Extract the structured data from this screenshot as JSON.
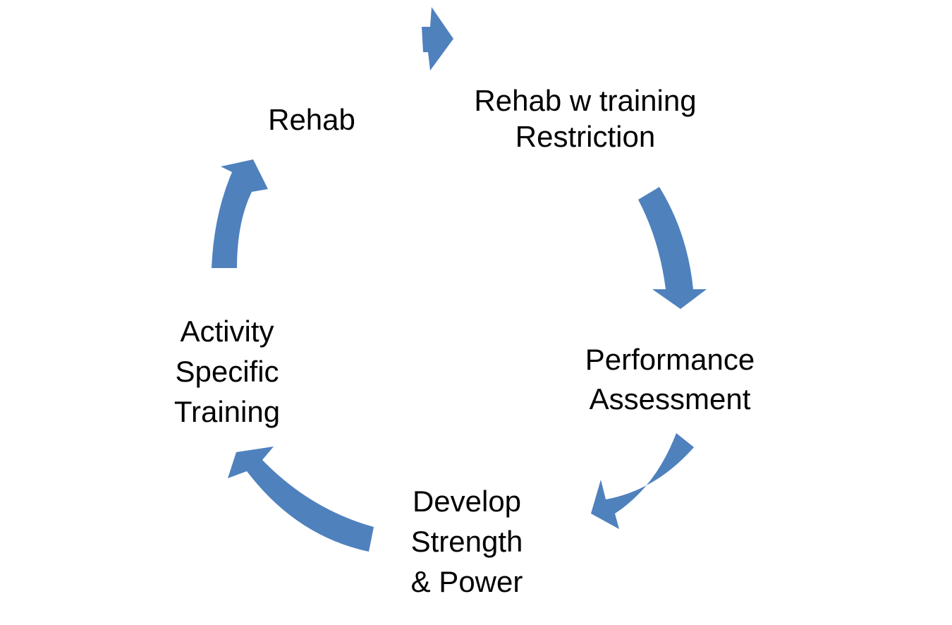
{
  "diagram": {
    "type": "cycle",
    "arrow_color": "#4f81bd",
    "text_color": "#000000",
    "background": "#ffffff",
    "nodes": [
      {
        "id": "rehab",
        "lines": [
          "Rehab"
        ]
      },
      {
        "id": "rehab-restriction",
        "lines": [
          "Rehab w training",
          "Restriction"
        ]
      },
      {
        "id": "performance",
        "lines": [
          "Performance",
          "Assessment"
        ]
      },
      {
        "id": "develop",
        "lines": [
          "Develop",
          "Strength",
          "& Power"
        ]
      },
      {
        "id": "activity",
        "lines": [
          "Activity",
          "Specific",
          "Training"
        ]
      }
    ]
  }
}
